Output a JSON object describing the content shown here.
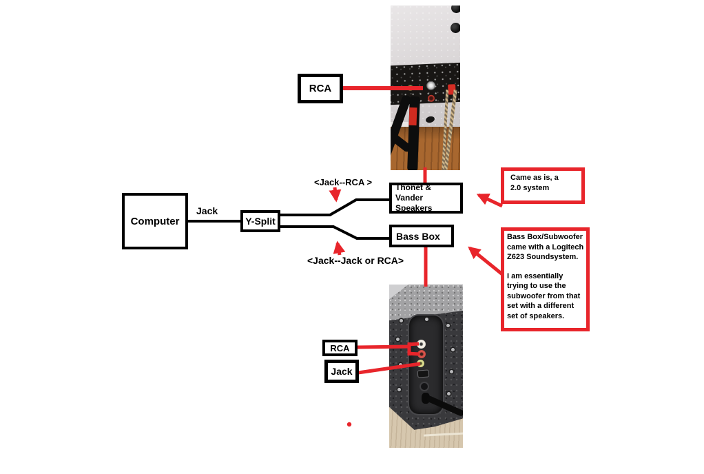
{
  "diagram": {
    "computer": "Computer",
    "jack_line": "Jack",
    "y_split": "Y-Split",
    "top_branch": "<Jack--RCA >",
    "bottom_branch": "<Jack--Jack or RCA>",
    "speakers": "Thonet & Vander Speakers",
    "bass_box": "Bass Box",
    "rca_top": "RCA",
    "rca_bottom": "RCA",
    "jack_bottom": "Jack"
  },
  "notes": {
    "came_as_is_line1": "Came as is, a",
    "came_as_is_line2": "2.0 system",
    "bass_note_p1": "Bass Box/Subwoofer came with a Logitech Z623 Soundsystem.",
    "bass_note_p2": "I am essentially trying to use the subwoofer from that set with a different set of speakers."
  },
  "photos": {
    "top": "speaker-rear-panel-photo",
    "bottom": "subwoofer-rear-panel-photo"
  },
  "colors": {
    "annotation_red": "#e8252b",
    "diagram_black": "#000000",
    "wall_gray": "#d8d4d5",
    "wood_floor": "#a8672f",
    "pale_floor": "#d6c7ae",
    "subwoofer_gray": "#39393c"
  }
}
